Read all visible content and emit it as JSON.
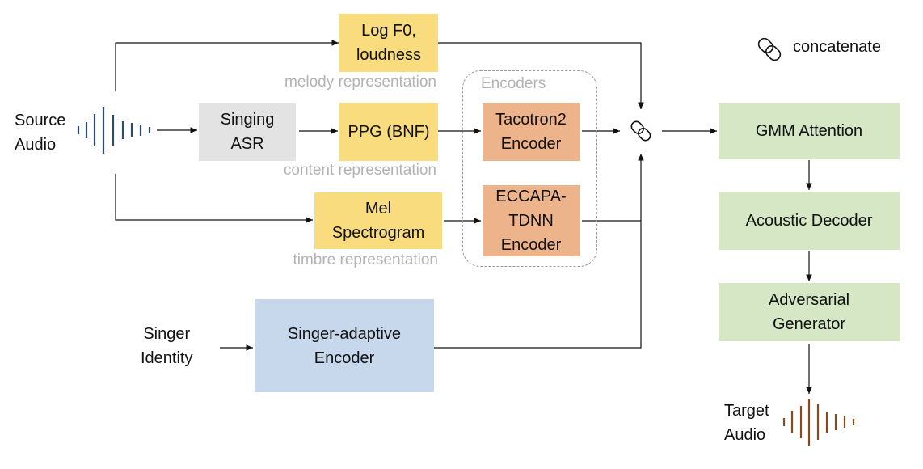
{
  "inputs": {
    "source_audio": "Source\nAudio",
    "singer_identity": "Singer\nIdentity",
    "target_audio": "Target\nAudio"
  },
  "boxes": {
    "log_f0": "Log F0,\nloudness",
    "singing_asr": "Singing\nASR",
    "ppg": "PPG (BNF)",
    "mel": "Mel\nSpectrogram",
    "tacotron2": "Tacotron2\nEncoder",
    "eccapa": "ECCAPA-\nTDNN\nEncoder",
    "singer_adaptive": "Singer-adaptive\nEncoder",
    "gmm_attention": "GMM Attention",
    "acoustic_decoder": "Acoustic Decoder",
    "adversarial_generator": "Adversarial\nGenerator"
  },
  "representations": {
    "melody": "melody representation",
    "content": "content representation",
    "timbre": "timbre representation"
  },
  "encoders_group_label": "Encoders",
  "legend": {
    "concatenate_label": "concatenate",
    "icon": "link-chain-icon"
  },
  "colors": {
    "yellow": "#f9dc7e",
    "gray": "#e3e3e3",
    "orange": "#edb48b",
    "green": "#d5e7c5",
    "blue": "#c7d8ec",
    "source_waveform": "#2f4b6e",
    "target_waveform": "#8b4a1e"
  }
}
